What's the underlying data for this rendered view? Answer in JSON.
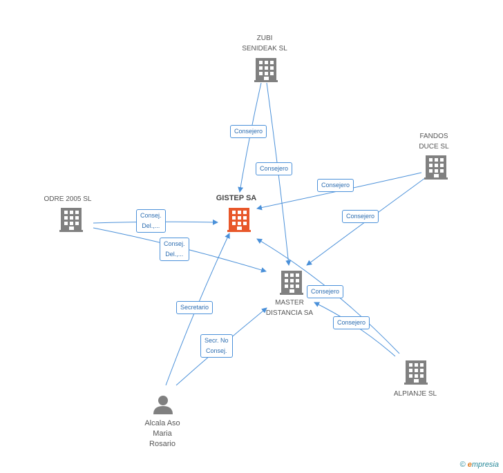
{
  "nodes": {
    "gistep": {
      "label": "GISTEP SA",
      "type": "company-main"
    },
    "zubi": {
      "line1": "ZUBI",
      "line2": "SENIDEAK  SL",
      "type": "company"
    },
    "fandos": {
      "line1": "FANDOS",
      "line2": "DUCE SL",
      "type": "company"
    },
    "odre": {
      "label": "ODRE 2005 SL",
      "type": "company"
    },
    "master": {
      "line1": "MASTER",
      "line2": "DISTANCIA SA",
      "type": "company"
    },
    "alpianje": {
      "label": "ALPIANJE  SL",
      "type": "company"
    },
    "alcala": {
      "line1": "Alcala Aso",
      "line2": "Maria",
      "line3": "Rosario",
      "type": "person"
    }
  },
  "edges": [
    {
      "from": "zubi",
      "to": "gistep",
      "line1": "Consejero",
      "line2": ""
    },
    {
      "from": "zubi",
      "to": "master",
      "line1": "Consejero",
      "line2": ""
    },
    {
      "from": "fandos",
      "to": "gistep",
      "line1": "Consejero",
      "line2": ""
    },
    {
      "from": "fandos",
      "to": "master",
      "line1": "Consejero",
      "line2": ""
    },
    {
      "from": "odre",
      "to": "gistep",
      "line1": "Consej.",
      "line2": "Del.,..."
    },
    {
      "from": "odre",
      "to": "master",
      "line1": "Consej.",
      "line2": "Del.,..."
    },
    {
      "from": "alpianje",
      "to": "gistep",
      "line1": "Consejero",
      "line2": ""
    },
    {
      "from": "alpianje",
      "to": "master",
      "line1": "Consejero",
      "line2": ""
    },
    {
      "from": "alcala",
      "to": "gistep",
      "line1": "Secretario",
      "line2": ""
    },
    {
      "from": "alcala",
      "to": "master",
      "line1": "Secr.  No",
      "line2": "Consej."
    }
  ],
  "colors": {
    "company": "#808080",
    "main": "#e8572a",
    "edge": "#4a90d9",
    "person": "#808080"
  },
  "footer": {
    "copyright": "©",
    "brand_initial": "e",
    "brand_rest": "mpresia"
  }
}
